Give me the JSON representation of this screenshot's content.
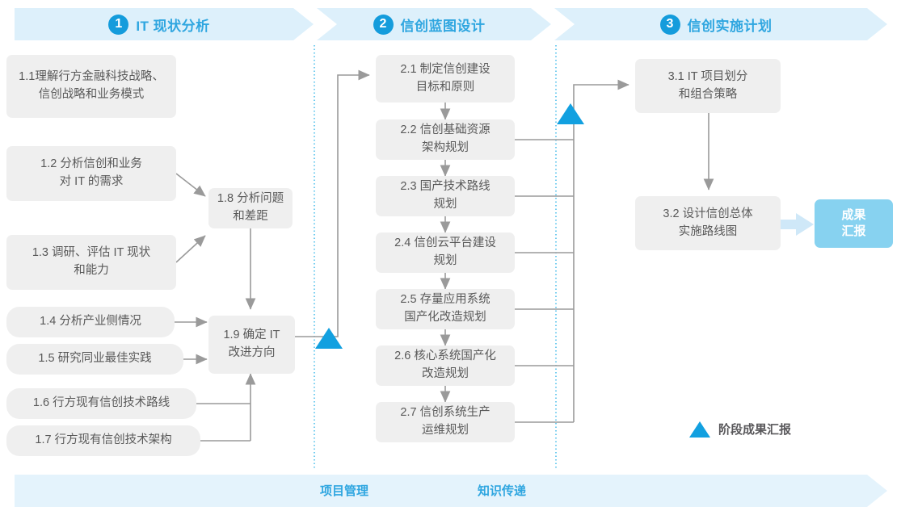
{
  "colors": {
    "band_bg": "#ddf0fb",
    "band_text": "#2fa6e0",
    "badge_bg": "#149cdc",
    "box_bg": "#efefef",
    "box_text": "#595959",
    "milestone": "#12a0e0",
    "result_bg": "#87d2f0",
    "connector": "#9a9a9a",
    "divider": "#35b6e8"
  },
  "phases": [
    {
      "number": "1",
      "title": "IT 现状分析"
    },
    {
      "number": "2",
      "title": "信创蓝图设计"
    },
    {
      "number": "3",
      "title": "信创实施计划"
    }
  ],
  "boxes": {
    "b11": "1.1理解行方金融科技战略、信创战略和业务模式",
    "b12": "1.2 分析信创和业务\n对 IT 的需求",
    "b13": "1.3 调研、评估 IT 现状\n和能力",
    "b14": "1.4 分析产业侧情况",
    "b15": "1.5 研究同业最佳实践",
    "b16": "1.6 行方现有信创技术路线",
    "b17": "1.7 行方现有信创技术架构",
    "b18": "1.8 分析问题\n和差距",
    "b19": "1.9 确定 IT\n改进方向",
    "b21": "2.1 制定信创建设\n目标和原则",
    "b22": "2.2 信创基础资源\n架构规划",
    "b23": "2.3 国产技术路线\n规划",
    "b24": "2.4 信创云平台建设\n规划",
    "b25": "2.5 存量应用系统\n国产化改造规划",
    "b26": "2.6 核心系统国产化\n改造规划",
    "b27": "2.7 信创系统生产\n运维规划",
    "b31": "3.1 IT 项目划分\n和组合策略",
    "b32": "3.2 设计信创总体\n实施路线图",
    "result": "成果\n汇报"
  },
  "legend": {
    "label": "阶段成果汇报",
    "icon": "triangle-up-icon"
  },
  "bottom": {
    "items": [
      "项目管理",
      "知识传递"
    ]
  }
}
